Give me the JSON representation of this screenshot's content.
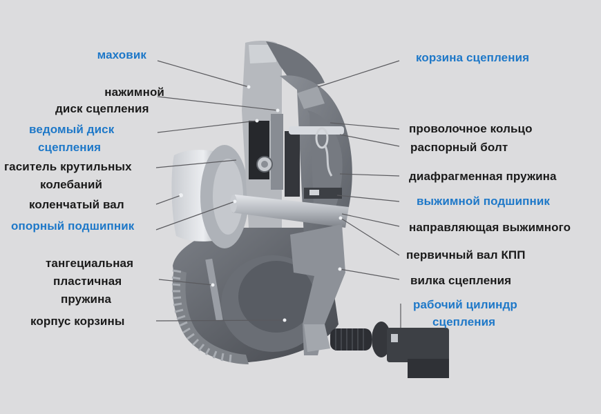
{
  "diagram": {
    "subject": "clutch assembly cutaway",
    "colors": {
      "background": "#dcdcde",
      "label_black": "#1a1a1a",
      "label_blue": "#1e78c8",
      "leader_line": "#5a5a5e",
      "metal_light": "#b9bcc2",
      "metal_mid": "#8e9299",
      "metal_dark": "#4d5158",
      "rubber_dark": "#2e3035"
    },
    "labels_left": [
      {
        "id": "flywheel",
        "lines": [
          "маховик"
        ],
        "color": "blue"
      },
      {
        "id": "pressure-plate",
        "lines": [
          "нажимной",
          "диск сцепления"
        ],
        "color": "black"
      },
      {
        "id": "driven-disc",
        "lines": [
          "ведомый диск",
          "сцепления"
        ],
        "color": "blue"
      },
      {
        "id": "torsional-damper",
        "lines": [
          "гаситель крутильных",
          "колебаний"
        ],
        "color": "black"
      },
      {
        "id": "crankshaft",
        "lines": [
          "коленчатый вал"
        ],
        "color": "black"
      },
      {
        "id": "pilot-bearing",
        "lines": [
          "опорный подшипник"
        ],
        "color": "blue"
      },
      {
        "id": "tangential-leaf-spring",
        "lines": [
          "тангециальная",
          "пластичная",
          "пружина"
        ],
        "color": "black"
      },
      {
        "id": "cover-housing",
        "lines": [
          "корпус корзины"
        ],
        "color": "black"
      }
    ],
    "labels_right": [
      {
        "id": "clutch-cover",
        "lines": [
          "корзина сцепления"
        ],
        "color": "blue"
      },
      {
        "id": "wire-ring",
        "lines": [
          "проволочное кольцо"
        ],
        "color": "black"
      },
      {
        "id": "spacer-bolt",
        "lines": [
          "распорный болт"
        ],
        "color": "black"
      },
      {
        "id": "diaphragm-spring",
        "lines": [
          "диафрагменная пружина"
        ],
        "color": "black"
      },
      {
        "id": "release-bearing",
        "lines": [
          "выжимной подшипник"
        ],
        "color": "blue"
      },
      {
        "id": "release-bearing-guide",
        "lines": [
          "направляющая выжимного"
        ],
        "color": "black"
      },
      {
        "id": "gearbox-input-shaft",
        "lines": [
          "первичный вал КПП"
        ],
        "color": "black"
      },
      {
        "id": "clutch-fork",
        "lines": [
          "вилка сцепления"
        ],
        "color": "black"
      },
      {
        "id": "slave-cylinder",
        "lines": [
          "рабочий цилиндр",
          "сцепления"
        ],
        "color": "blue"
      }
    ]
  }
}
